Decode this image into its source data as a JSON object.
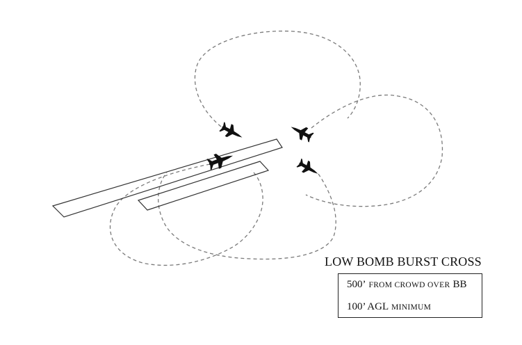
{
  "diagram": {
    "title": "LOW BOMB BURST CROSS",
    "info": {
      "line1": {
        "main": "500’",
        "small": "FROM CROWD OVER",
        "tail": "BB"
      },
      "line2": {
        "main": "100’ AGL",
        "small": "MINIMUM"
      }
    }
  },
  "colors": {
    "ink": "#111111",
    "path": "#7a7a7a",
    "runway": "#333333"
  },
  "icons": [
    "jet-aircraft-icon"
  ]
}
